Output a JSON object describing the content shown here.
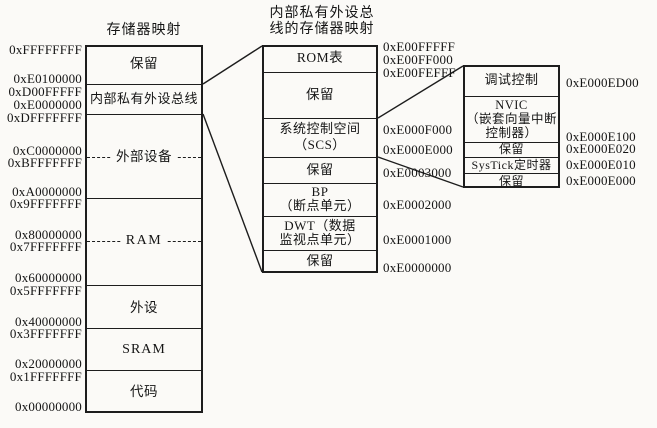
{
  "left_map": {
    "title": "存储器映射",
    "regions": [
      [
        "保留"
      ],
      [
        "内部私有外设总线"
      ],
      [
        "外部设备"
      ],
      [
        "RAM"
      ],
      [
        "外设"
      ],
      [
        "SRAM"
      ],
      [
        "代码"
      ]
    ],
    "addresses": [
      "0xFFFFFFFF",
      "0xE0100000",
      "0xD00FFFFF",
      "0xE0000000",
      "0xDFFFFFFF",
      "0xC0000000",
      "0xBFFFFFFF",
      "0xA0000000",
      "0x9FFFFFFF",
      "0x80000000",
      "0x7FFFFFFF",
      "0x60000000",
      "0x5FFFFFFF",
      "0x40000000",
      "0x3FFFFFFF",
      "0x20000000",
      "0x1FFFFFFF",
      "0x00000000"
    ]
  },
  "middle_map": {
    "title_line1": "内部私有外设总",
    "title_line2": "线的存储器映射",
    "regions": [
      [
        "ROM表"
      ],
      [
        "保留"
      ],
      [
        "系统控制空间",
        "（SCS）"
      ],
      [
        "保留"
      ],
      [
        "BP",
        "（断点单元）"
      ],
      [
        "DWT（数据",
        "监视点单元）"
      ],
      [
        "保留"
      ]
    ],
    "addresses": [
      "0xE00FFFFF",
      "0xE00FF000",
      "0xE00FEFFF",
      "0xE000F000",
      "0xE000E000",
      "0xE0003000",
      "0xE0002000",
      "0xE0001000",
      "0xE0000000"
    ]
  },
  "right_map": {
    "regions": [
      [
        "调试控制"
      ],
      [
        "NVIC",
        "（嵌套向量中断",
        "控制器）"
      ],
      [
        "保留"
      ],
      [
        "SysTick定时器"
      ],
      [
        "保留"
      ]
    ],
    "addresses": [
      "0xE000ED00",
      "0xE000E100",
      "0xE000E020",
      "0xE000E010",
      "0xE000E000"
    ]
  }
}
